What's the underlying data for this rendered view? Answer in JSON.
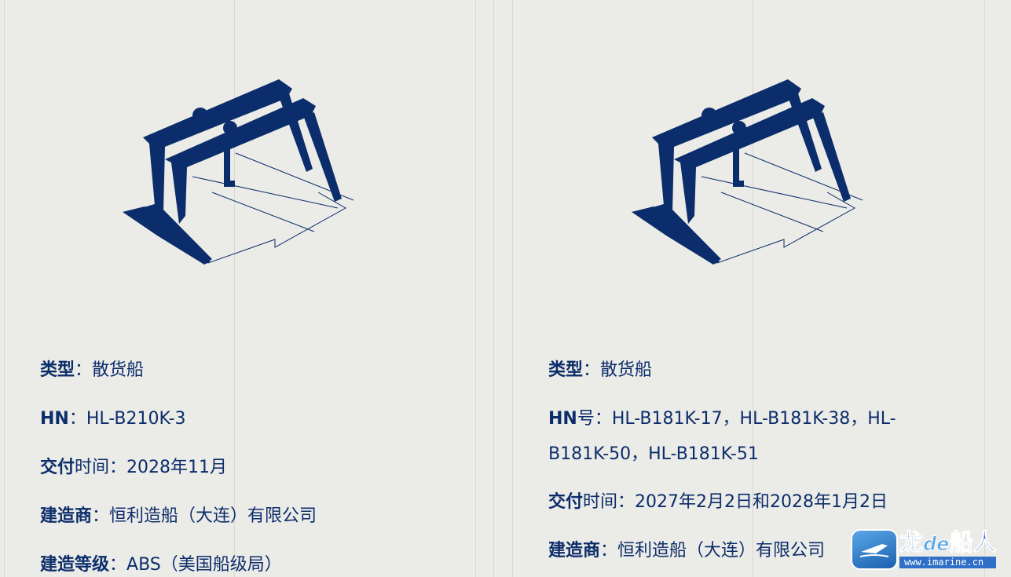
{
  "left": {
    "rows": [
      {
        "key": "类型",
        "key_suffix": "",
        "sep": "：",
        "value": "散货船"
      },
      {
        "key": "HN",
        "key_suffix": "",
        "sep": "：",
        "value": "HL-B210K-3"
      },
      {
        "key": "交付",
        "key_suffix": "时间",
        "sep": "：",
        "value": "2028年11月"
      },
      {
        "key": "建造商",
        "key_suffix": "",
        "sep": "：",
        "value": "恒利造船（大连）有限公司"
      },
      {
        "key": "建造等级",
        "key_suffix": "",
        "sep": "：",
        "value": "ABS（美国船级局）"
      }
    ]
  },
  "right": {
    "rows": [
      {
        "key": "类型",
        "key_suffix": "",
        "sep": "：",
        "value": "散货船"
      },
      {
        "key": "HN",
        "key_suffix": "号",
        "sep": "：",
        "value": "HL-B181K-17，HL-B181K-38，HL-B181K-50，HL-B181K-51"
      },
      {
        "key": "交付",
        "key_suffix": "时间",
        "sep": "：",
        "value": "2027年2月2日和2028年1月2日"
      },
      {
        "key": "建造商",
        "key_suffix": "",
        "sep": "：",
        "value": "恒利造船（大连）有限公司"
      }
    ]
  },
  "icons": {
    "left_illustration": "gantry-crane-icon",
    "right_illustration": "gantry-crane-icon"
  },
  "watermark": {
    "title_a": "龙",
    "title_b": "de",
    "title_c": "船人",
    "url": "www.imarine.cn"
  },
  "colors": {
    "text": "#0c2d6b",
    "background": "#ebebe7",
    "crane": "#0c2d6b"
  }
}
